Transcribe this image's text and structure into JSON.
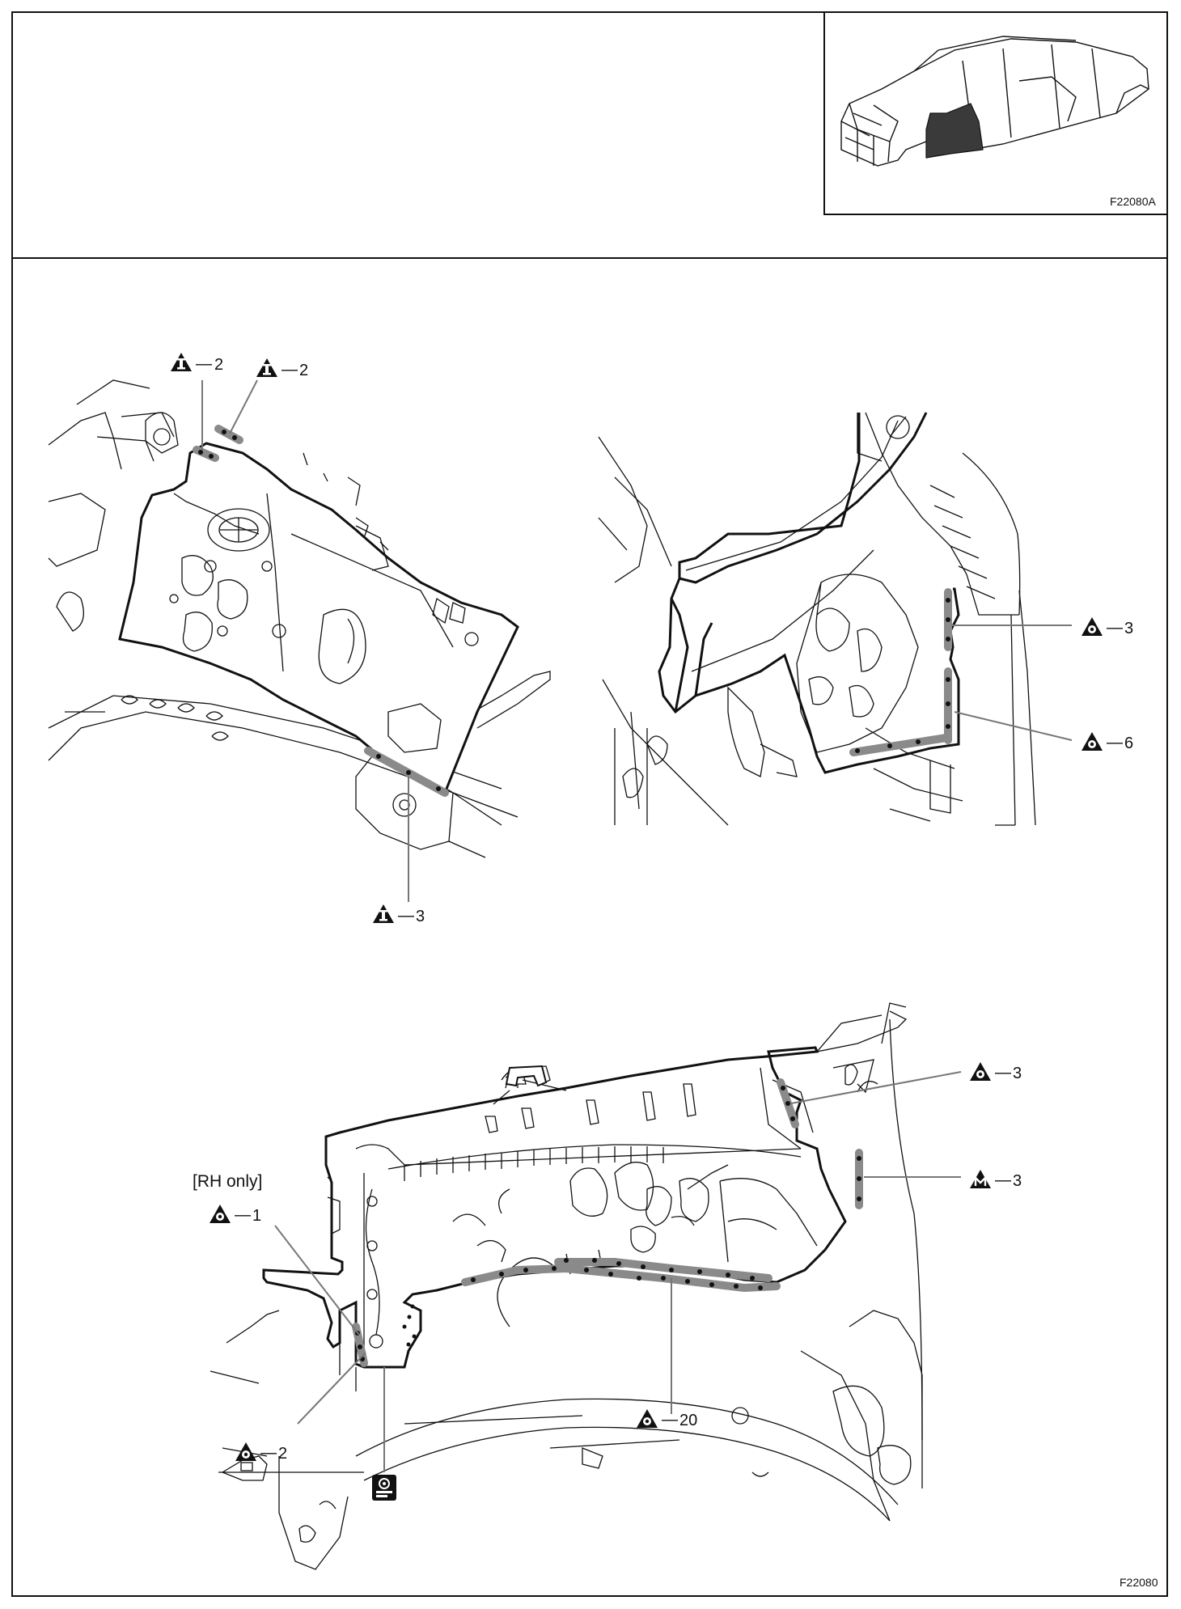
{
  "figure_ids": {
    "inset": "F22080A",
    "main": "F22080"
  },
  "note": "[RH only]",
  "symbols": {
    "spot_weld": "▲ I",
    "plug_weld": "▲ ○",
    "mig_weld": "▲ M",
    "sealer": "sealer-icon"
  },
  "callouts": {
    "top_left_a": "2",
    "top_left_b": "2",
    "top_left_c": "3",
    "top_right_a": "3",
    "top_right_b": "6",
    "bottom_a": "3",
    "bottom_b": "3",
    "bottom_c": "1",
    "bottom_d": "2",
    "bottom_e": "20"
  },
  "colors": {
    "line": "#111111",
    "weld_highlight": "#8a8a8a",
    "panel_fill": "#3a3a3a"
  }
}
